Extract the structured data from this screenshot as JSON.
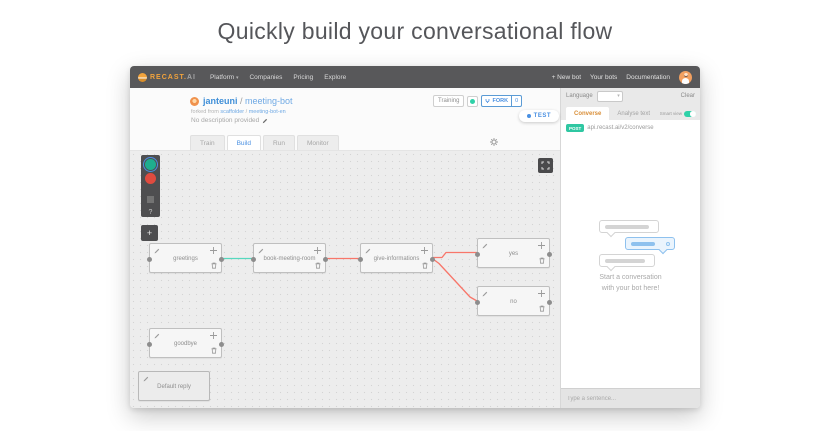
{
  "page_title": "Quickly build your conversational flow",
  "navbar": {
    "brand": "RECAST.",
    "brand_suffix": "AI",
    "platform": "Platform",
    "companies": "Companies",
    "pricing": "Pricing",
    "explore": "Explore",
    "new_bot": "+ New bot",
    "your_bots": "Your bots",
    "documentation": "Documentation"
  },
  "bot_header": {
    "owner": "janteuni",
    "separator": " / ",
    "bot_name": "meeting-bot",
    "forked_label": "forked from",
    "forked_owner": "scaffolder",
    "forked_separator": " / ",
    "forked_bot": "meeting-bot-en",
    "description": "No description provided",
    "training_label": "Training",
    "fork_label": "FORK",
    "fork_count": "0",
    "test_label": "TEST"
  },
  "tabs": {
    "train": "Train",
    "build": "Build",
    "run": "Run",
    "monitor": "Monitor"
  },
  "canvas": {
    "nodes": [
      {
        "label": "greetings"
      },
      {
        "label": "book-meeting-room"
      },
      {
        "label": "give-informations"
      },
      {
        "label": "yes"
      },
      {
        "label": "no"
      },
      {
        "label": "goodbye"
      }
    ],
    "default_reply": "Default reply",
    "help_label": "?",
    "add_label": "+"
  },
  "chat_panel": {
    "language_label": "Language",
    "clear_label": "Clear",
    "tab_converse": "Converse",
    "tab_analyse": "Analyse text",
    "smart_view_label": "Smart view",
    "post_label": "POST",
    "endpoint": "api.recast.ai/v2/converse",
    "empty_line1": "Start a conversation",
    "empty_line2": "with your bot here!",
    "input_placeholder": "Type a sentence..."
  },
  "icons": {
    "chevron_down": "▾"
  },
  "colors": {
    "brand_orange": "#f2a33c",
    "accent_blue": "#4a90e2",
    "teal": "#2fd1a8",
    "connection_teal": "#56d8be",
    "connection_red": "#f8766a",
    "navbar_gray": "#58585a"
  }
}
